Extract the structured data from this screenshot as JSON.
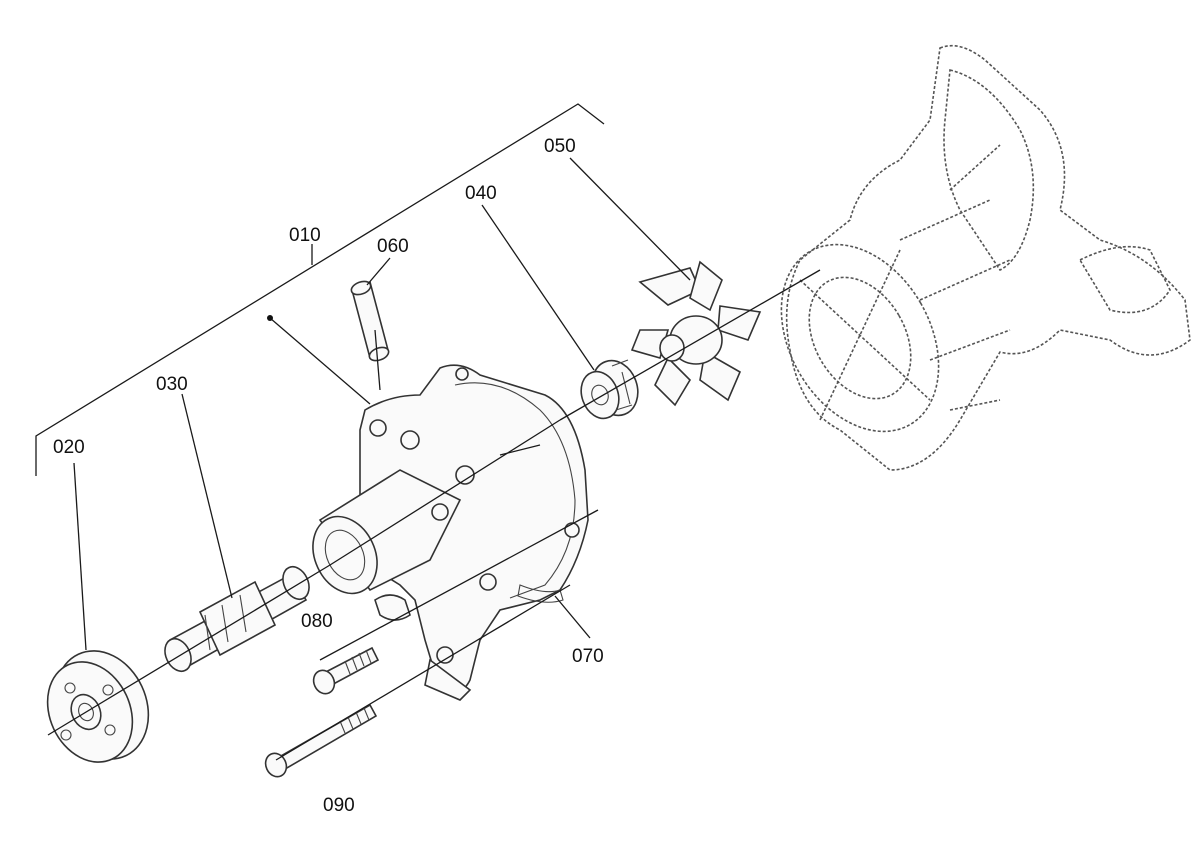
{
  "diagram": {
    "callouts": [
      {
        "id": "010",
        "text": "010"
      },
      {
        "id": "020",
        "text": "020"
      },
      {
        "id": "030",
        "text": "030"
      },
      {
        "id": "040",
        "text": "040"
      },
      {
        "id": "050",
        "text": "050"
      },
      {
        "id": "060",
        "text": "060"
      },
      {
        "id": "070",
        "text": "070"
      },
      {
        "id": "080",
        "text": "080"
      },
      {
        "id": "090",
        "text": "090"
      }
    ],
    "parts": [
      "pulley-flange",
      "bearing-shaft",
      "pump-body",
      "seal",
      "impeller",
      "dowel-pin",
      "gasket",
      "bolt-short",
      "bolt-long",
      "engine-block"
    ]
  }
}
